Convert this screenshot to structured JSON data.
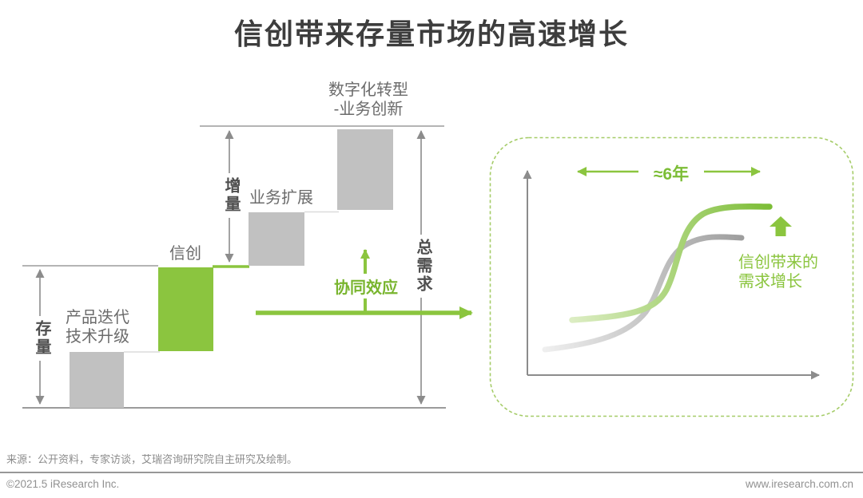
{
  "title": "信创带来存量市场的高速增长",
  "waterfall": {
    "stock_label": "存量",
    "increment_label": "增量",
    "total_demand_label": "总需求",
    "synergy_label": "协同效应",
    "steps": [
      {
        "label": "产品迭代\n技术升级",
        "color": "gray"
      },
      {
        "label": "信创",
        "color": "green"
      },
      {
        "label": "业务扩展",
        "color": "gray"
      },
      {
        "label": "数字化转型\n-业务创新",
        "color": "gray"
      }
    ]
  },
  "growth_panel": {
    "duration_label": "≈6年",
    "annotation": "信创带来的\n需求增长",
    "curves": [
      {
        "name": "existing-demand-curve",
        "color": "gray"
      },
      {
        "name": "xinchuang-demand-curve",
        "color": "green"
      }
    ]
  },
  "footer": {
    "source": "来源：公开资料，专家访谈，艾瑞咨询研究院自主研究及绘制。",
    "copyright": "©2021.5 iResearch Inc.",
    "website": "www.iresearch.com.cn"
  },
  "colors": {
    "green": "#8bc53f",
    "gray_box": "#c1c1c1",
    "title_text": "#3d3d3d",
    "label_text": "#6b6b6b",
    "line_gray": "#9b9b9b",
    "footer_text": "#8c8c8c"
  }
}
